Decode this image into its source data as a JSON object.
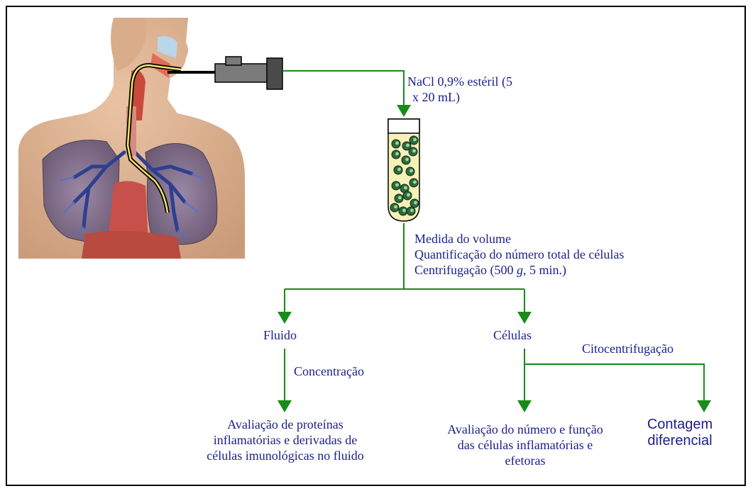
{
  "diagram": {
    "syringe_solution": [
      "NaCl 0,9% estéril (5",
      "x 20 mL)"
    ],
    "tube_steps": [
      "Medida do volume",
      "Quantificação do número total de células",
      "Centrifugação (500 ",
      "g",
      ", 5 min.)"
    ],
    "branch_fluid": {
      "label": "Fluido",
      "step": "Concentração",
      "result": [
        "Avaliação de proteínas",
        "inflamatórias e derivadas de",
        "células imunológicas no fluido"
      ]
    },
    "branch_cells": {
      "label": "Células",
      "step": "Citocentrifugação",
      "result_left": [
        "Avaliação do número e função",
        "das células inflamatórias e",
        "efetoras"
      ],
      "result_right": [
        "Contagem",
        "diferencial"
      ]
    },
    "colors": {
      "arrow": "#1a8a1a",
      "text": "#1b1f8a",
      "cell_fill": "#2f6b3a",
      "tube_fluid": "#f6f1b8"
    },
    "icons": [
      "human-respiratory-anatomy-icon",
      "syringe-icon",
      "test-tube-icon"
    ]
  }
}
